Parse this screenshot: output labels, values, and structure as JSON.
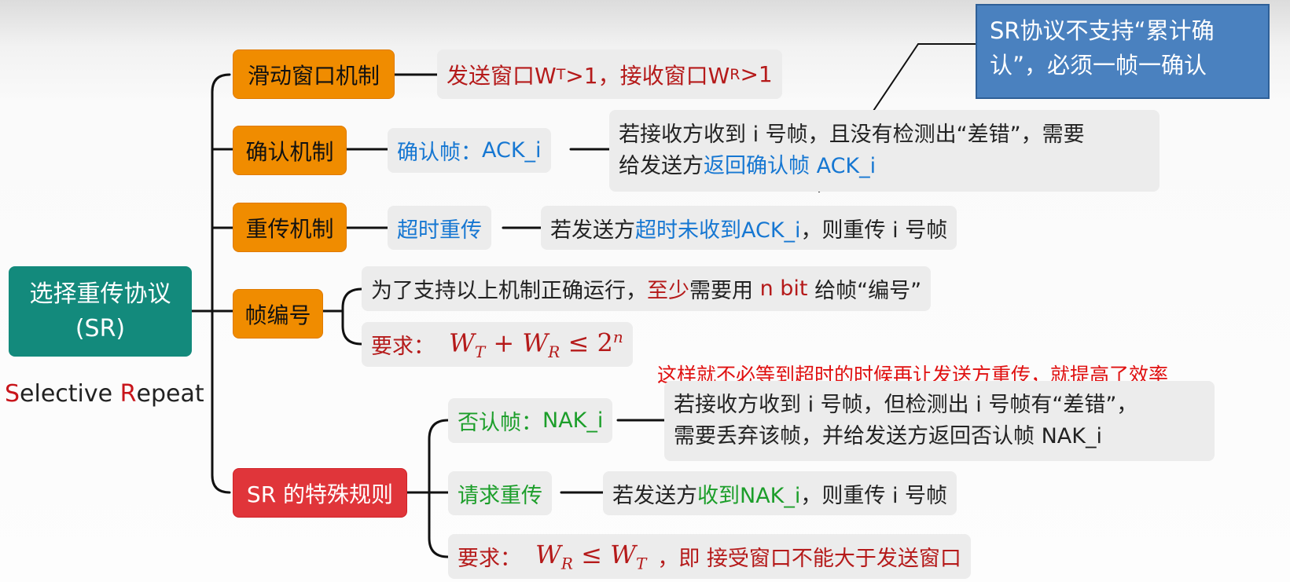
{
  "root": {
    "line1": "选择重传协议",
    "line2": "(SR)"
  },
  "subtitle": {
    "s1": "S",
    "s2": "elective ",
    "s3": "R",
    "s4": "epeat"
  },
  "branches": {
    "sliding": {
      "label": "滑动窗口机制",
      "detail": {
        "a": "发送窗口W",
        "b": "T",
        "c": ">1，接收窗口W",
        "d": "R",
        "e": ">1"
      }
    },
    "ack": {
      "label": "确认机制",
      "mid_prefix": "确认帧：",
      "mid_value": "ACK_i",
      "detail_line1": "若接收方收到 i 号帧，且没有检测出“差错”，需要",
      "detail_line2_a": "给发送方",
      "detail_line2_b": "返回确认帧 ACK_i"
    },
    "retrans": {
      "label": "重传机制",
      "mid": "超时重传",
      "detail_a": "若发送方",
      "detail_b": "超时未收到ACK_i",
      "detail_c": "，则重传 i 号帧"
    },
    "seq": {
      "label": "帧编号",
      "detail1_a": "为了支持以上机制正确运行，",
      "detail1_b": "至少",
      "detail1_c": "需要用 ",
      "detail1_d": "n bit",
      "detail1_e": " 给帧“编号”",
      "req_label": "要求：",
      "req_formula": {
        "w1": "W",
        "s1": "T",
        "op": " + ",
        "w2": "W",
        "s2": "R",
        "le": " ≤ 2",
        "sup": "n"
      }
    },
    "special": {
      "label": "SR 的特殊规则",
      "nak_mid_a": "否认帧：",
      "nak_mid_b": "NAK_i",
      "nak_detail_line1": "若接收方收到 i 号帧，但检测出 i 号帧有“差错”，",
      "nak_detail_line2": "需要丢弃该帧，并给发送方返回否认帧 NAK_i",
      "req_mid": "请求重传",
      "req_detail_a": "若发送方",
      "req_detail_b": "收到NAK_i",
      "req_detail_c": "，则重传 i 号帧",
      "rule_label": "要求：",
      "rule_formula": {
        "w1": "W",
        "s1": "R",
        "le": " ≤ ",
        "w2": "W",
        "s2": "T"
      },
      "rule_text": "，即 接受窗口不能大于发送窗口"
    }
  },
  "callout": {
    "line1": "SR协议不支持“累计确",
    "line2": "认”，必须一帧一确认"
  },
  "note": "这样就不必等到超时的时候再让发送方重传，就提高了效率",
  "colors": {
    "root": "#138a7c",
    "node": "#f08c00",
    "special_node": "#e0353a",
    "callout": "#4a81bf",
    "blue": "#1677d2",
    "green": "#1c9e2a",
    "red": "#c8151b"
  }
}
